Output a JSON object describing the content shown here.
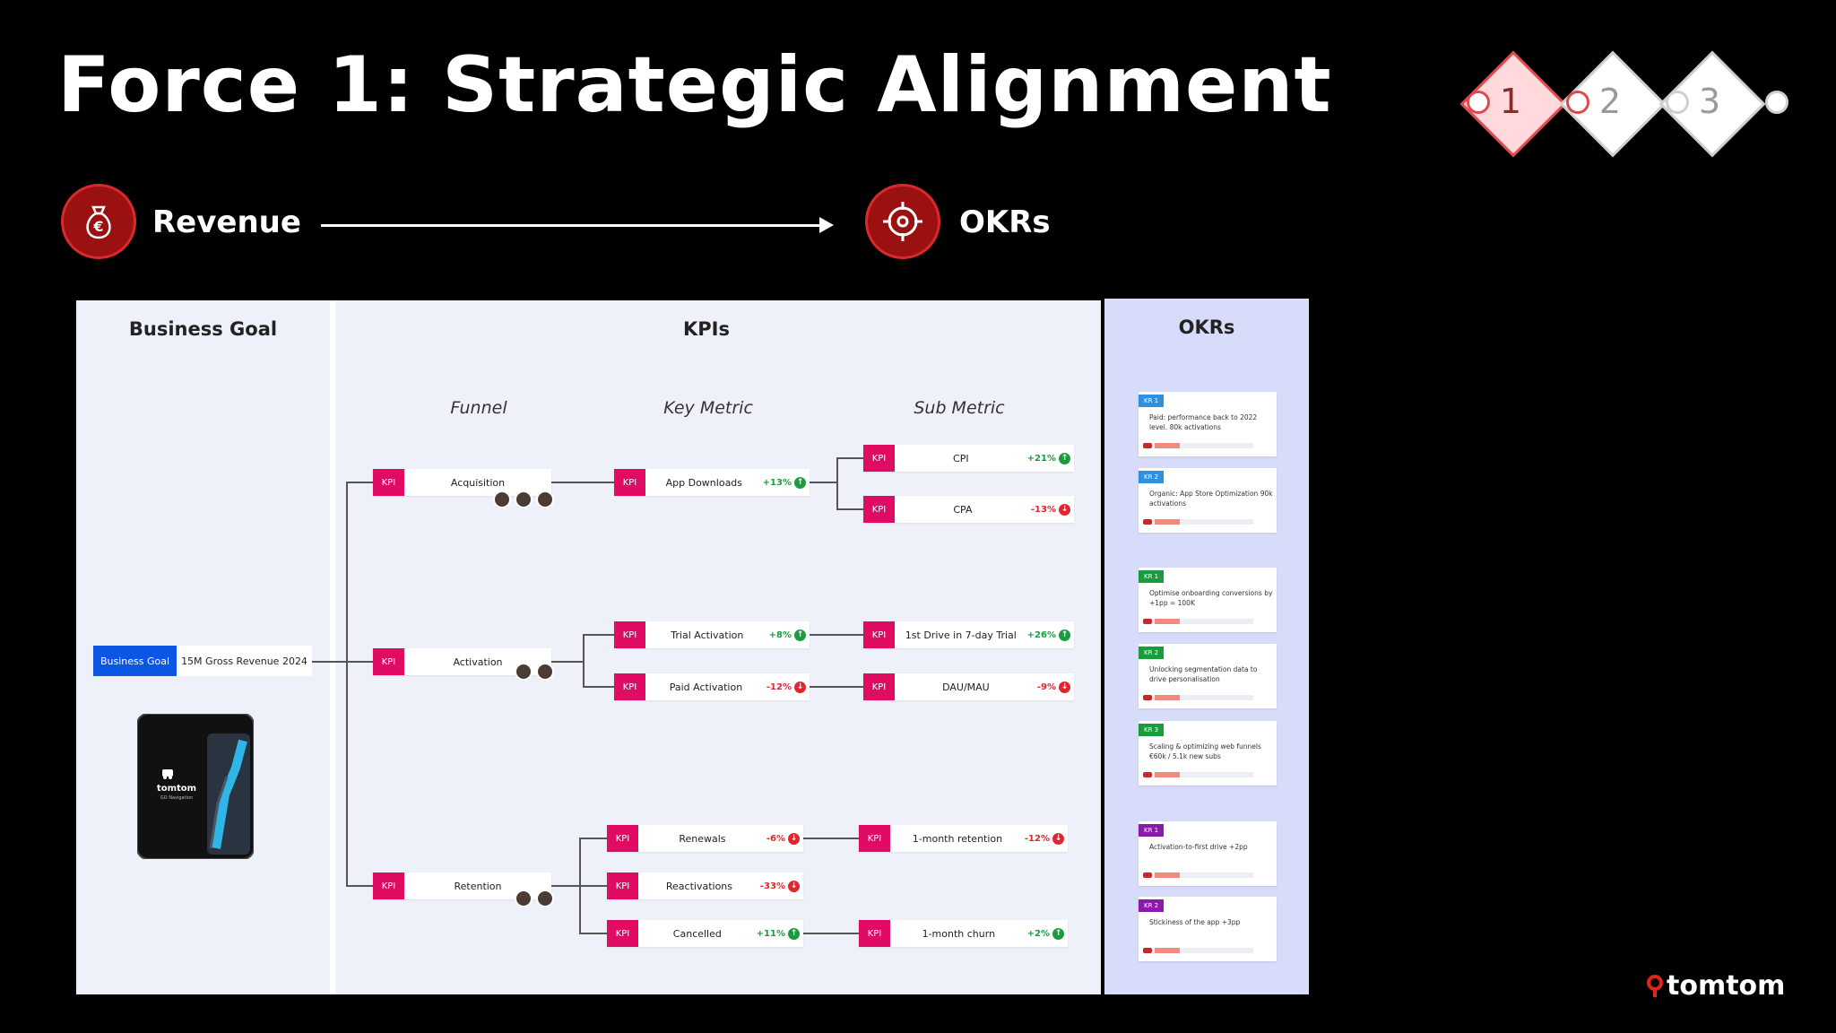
{
  "title": "Force 1: Strategic Alignment",
  "stepper": {
    "steps": [
      "1",
      "2",
      "3"
    ],
    "active_step": "1"
  },
  "flow": {
    "from_label": "Revenue",
    "to_label": "OKRs"
  },
  "board": {
    "headers": {
      "business_goal": "Business Goal",
      "kpis": "KPIs",
      "okrs": "OKRs"
    },
    "subheaders": {
      "funnel": "Funnel",
      "key_metric": "Key Metric",
      "sub_metric": "Sub Metric"
    },
    "business_goal": {
      "tag": "Business Goal",
      "value": "15M Gross Revenue 2024"
    },
    "kpi_tag": "KPI",
    "funnel": [
      {
        "label": "Acquisition",
        "owners": 3
      },
      {
        "label": "Activation",
        "owners": 2
      },
      {
        "label": "Retention",
        "owners": 2
      }
    ],
    "key_metrics": [
      {
        "label": "App Downloads",
        "delta": "+13%",
        "direction": "up"
      },
      {
        "label": "Trial Activation",
        "delta": "+8%",
        "direction": "up"
      },
      {
        "label": "Paid Activation",
        "delta": "-12%",
        "direction": "down"
      },
      {
        "label": "Renewals",
        "delta": "-6%",
        "direction": "down"
      },
      {
        "label": "Reactivations",
        "delta": "-33%",
        "direction": "down"
      },
      {
        "label": "Cancelled",
        "delta": "+11%",
        "direction": "up"
      }
    ],
    "sub_metrics": [
      {
        "label": "CPI",
        "delta": "+21%",
        "direction": "up"
      },
      {
        "label": "CPA",
        "delta": "-13%",
        "direction": "down"
      },
      {
        "label": "1st Drive in 7-day Trial",
        "delta": "+26%",
        "direction": "up"
      },
      {
        "label": "DAU/MAU",
        "delta": "-9%",
        "direction": "down"
      },
      {
        "label": "1-month retention",
        "delta": "-12%",
        "direction": "down"
      },
      {
        "label": "1-month churn",
        "delta": "+2%",
        "direction": "up"
      }
    ],
    "okrs": [
      {
        "tag": "KR 1",
        "color": "#2f8fe0",
        "text": "Paid: performance back to 2022 level. 80k activations",
        "progress": 0.25
      },
      {
        "tag": "KR 2",
        "color": "#2f8fe0",
        "text": "Organic: App Store Optimization 90k activations",
        "progress": 0.25
      },
      {
        "tag": "KR 1",
        "color": "#1a9c3e",
        "text": "Optimise onboarding conversions by +1pp = 100K",
        "progress": 0.25
      },
      {
        "tag": "KR 2",
        "color": "#1a9c3e",
        "text": "Unlocking segmentation data to drive personalisation",
        "progress": 0.25
      },
      {
        "tag": "KR 3",
        "color": "#1a9c3e",
        "text": "Scaling & optimizing web funnels €60k / 5.1k new subs",
        "progress": 0.25
      },
      {
        "tag": "KR 1",
        "color": "#8a1aa8",
        "text": "Activation-to-first drive +2pp",
        "progress": 0.25
      },
      {
        "tag": "KR 2",
        "color": "#8a1aa8",
        "text": "Stickiness of the app +3pp",
        "progress": 0.25
      }
    ]
  },
  "phone": {
    "brand": "tomtom",
    "subtitle": "GO Navigation"
  },
  "logo": {
    "text": "tomtom"
  },
  "colors": {
    "accent_red": "#d92a2a",
    "kpi_pink": "#e00b63",
    "goal_blue": "#0b57e3",
    "up": "#1a9c3e",
    "down": "#e0262e"
  }
}
